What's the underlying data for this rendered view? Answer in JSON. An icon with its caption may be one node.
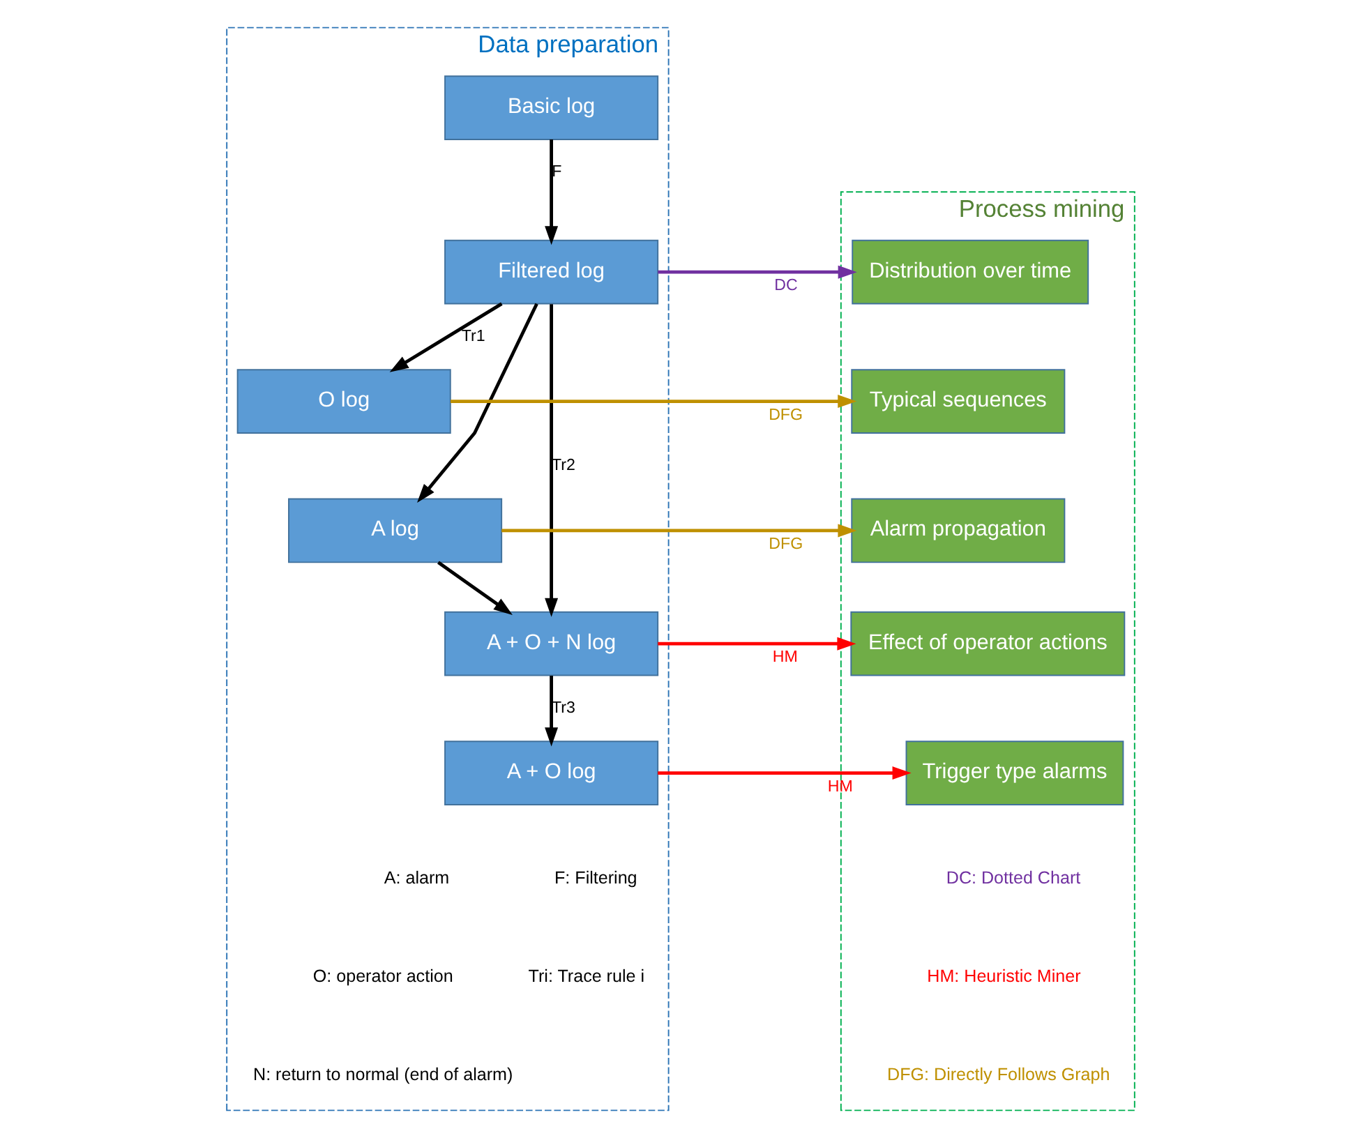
{
  "diagram": {
    "nodes": [
      {
        "text": [
          "Data preparation"
        ]
      },
      {
        "text": [
          "Process mining"
        ]
      },
      {
        "text": [
          "Basic log"
        ],
        "in": 0
      },
      {
        "text": [
          "Filtered log"
        ],
        "in": 0
      },
      {
        "text": [
          "O log"
        ],
        "in": 0
      },
      {
        "text": [
          "A log"
        ],
        "in": 0
      },
      {
        "text": [
          "A + O + N log"
        ],
        "in": 0
      },
      {
        "text": [
          "A + O log"
        ],
        "in": 0
      },
      {
        "text": [
          "Distribution over time"
        ],
        "in": 1
      },
      {
        "text": [
          "Typical sequences"
        ],
        "in": 1
      },
      {
        "text": [
          "Alarm propagation"
        ],
        "in": 1
      },
      {
        "text": [
          "Effect of operator actions"
        ],
        "in": 1
      },
      {
        "text": [
          "Trigger type alarms"
        ],
        "in": 1
      }
    ],
    "edges": [
      {
        "from": 2,
        "to": 3,
        "arrow": "to",
        "label": "F"
      },
      {
        "from": 3,
        "to": 8,
        "arrow": "to",
        "label": "DC",
        "color": "#7030a0"
      },
      {
        "from": 3,
        "to": 4,
        "arrow": "to",
        "label": "Tr1"
      },
      {
        "from": 3,
        "to": 5,
        "arrow": "to"
      },
      {
        "from": 4,
        "to": 9,
        "arrow": "to",
        "label": "DFG",
        "color": "#bf9000"
      },
      {
        "from": 5,
        "to": 10,
        "arrow": "to",
        "label": "DFG",
        "color": "#bf9000"
      },
      {
        "from": 3,
        "to": 6,
        "arrow": "to",
        "label": "Tr2"
      },
      {
        "from": 5,
        "to": 6,
        "arrow": "to"
      },
      {
        "from": 6,
        "to": 11,
        "arrow": "to",
        "label": "HM",
        "color": "#ff0000"
      },
      {
        "from": 6,
        "to": 7,
        "arrow": "to",
        "label": "Tr3"
      },
      {
        "from": 7,
        "to": 12,
        "arrow": "to",
        "label": "HM",
        "color": "#ff0000"
      }
    ],
    "labels": [
      "A: alarm",
      "O: operator action",
      "N: return to normal (end of alarm)",
      "F: Filtering",
      "Tri: Trace rule i"
    ],
    "legend": [
      {
        "text": "DC: Dotted Chart",
        "color": "#7030a0"
      },
      {
        "text": "HM: Heuristic Miner",
        "color": "#ff0000"
      },
      {
        "text": "DFG: Directly Follows Graph",
        "color": "#bf9000"
      }
    ]
  }
}
